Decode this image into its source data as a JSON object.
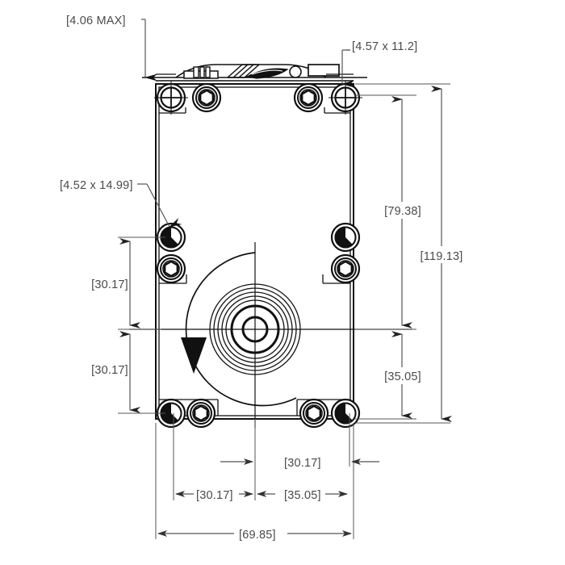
{
  "drawing": {
    "type": "mechanical-dimensional-drawing",
    "subject": "gear motor face mounting plate",
    "units_note": "bracketed millimeter values",
    "line_color": "#1a1a1a",
    "dimension_line_color": "#555555",
    "dimension_text_color": "#4a4a4a",
    "background_color": "#ffffff"
  },
  "dimensions": {
    "thickness_max": {
      "label": "[4.06 MAX]",
      "value": 4.06,
      "modifier": "MAX",
      "orientation": "vertical",
      "position": "top-left-leader"
    },
    "hole_top_right": {
      "label": "[4.57 x 11.2]",
      "value_a": 4.57,
      "value_b": 11.2,
      "orientation": "leader",
      "position": "top-right-leader"
    },
    "hole_left_mid": {
      "label": "[4.52 x 14.99]",
      "value_a": 4.52,
      "value_b": 14.99,
      "orientation": "leader",
      "position": "mid-left-leader"
    },
    "vertical_upper_span": {
      "label": "[79.38]",
      "value": 79.38,
      "orientation": "vertical",
      "position": "right-inner"
    },
    "vertical_overall": {
      "label": "[119.13]",
      "value": 119.13,
      "orientation": "vertical",
      "position": "right-outer"
    },
    "vertical_lower_span": {
      "label": "[35.05]",
      "value": 35.05,
      "orientation": "vertical",
      "position": "right-inner-lower"
    },
    "vertical_left_upper": {
      "label": "[30.17]",
      "value": 30.17,
      "orientation": "vertical",
      "position": "left-upper"
    },
    "vertical_left_lower": {
      "label": "[30.17]",
      "value": 30.17,
      "orientation": "vertical",
      "position": "left-lower"
    },
    "horizontal_offset": {
      "label": "[30.17]",
      "value": 30.17,
      "orientation": "horizontal",
      "position": "bottom-upper-row"
    },
    "horizontal_left": {
      "label": "[30.17]",
      "value": 30.17,
      "orientation": "horizontal",
      "position": "bottom-mid-row-left"
    },
    "horizontal_right": {
      "label": "[35.05]",
      "value": 35.05,
      "orientation": "horizontal",
      "position": "bottom-mid-row-right"
    },
    "horizontal_overall": {
      "label": "[69.85]",
      "value": 69.85,
      "orientation": "horizontal",
      "position": "bottom-outer"
    }
  },
  "features": {
    "body_outline": "rectangular gearbox housing with double outline",
    "output_shaft": "concentric circle stack at center",
    "rotation_arrow": "counterclockwise curved arrow around output shaft",
    "fasteners_count": 12,
    "fastener_types": [
      "cross-slot-screw",
      "torx-socket-screw",
      "pie-quarter-marker"
    ],
    "top_detail": "motor terminal and brush housing detail strip"
  }
}
